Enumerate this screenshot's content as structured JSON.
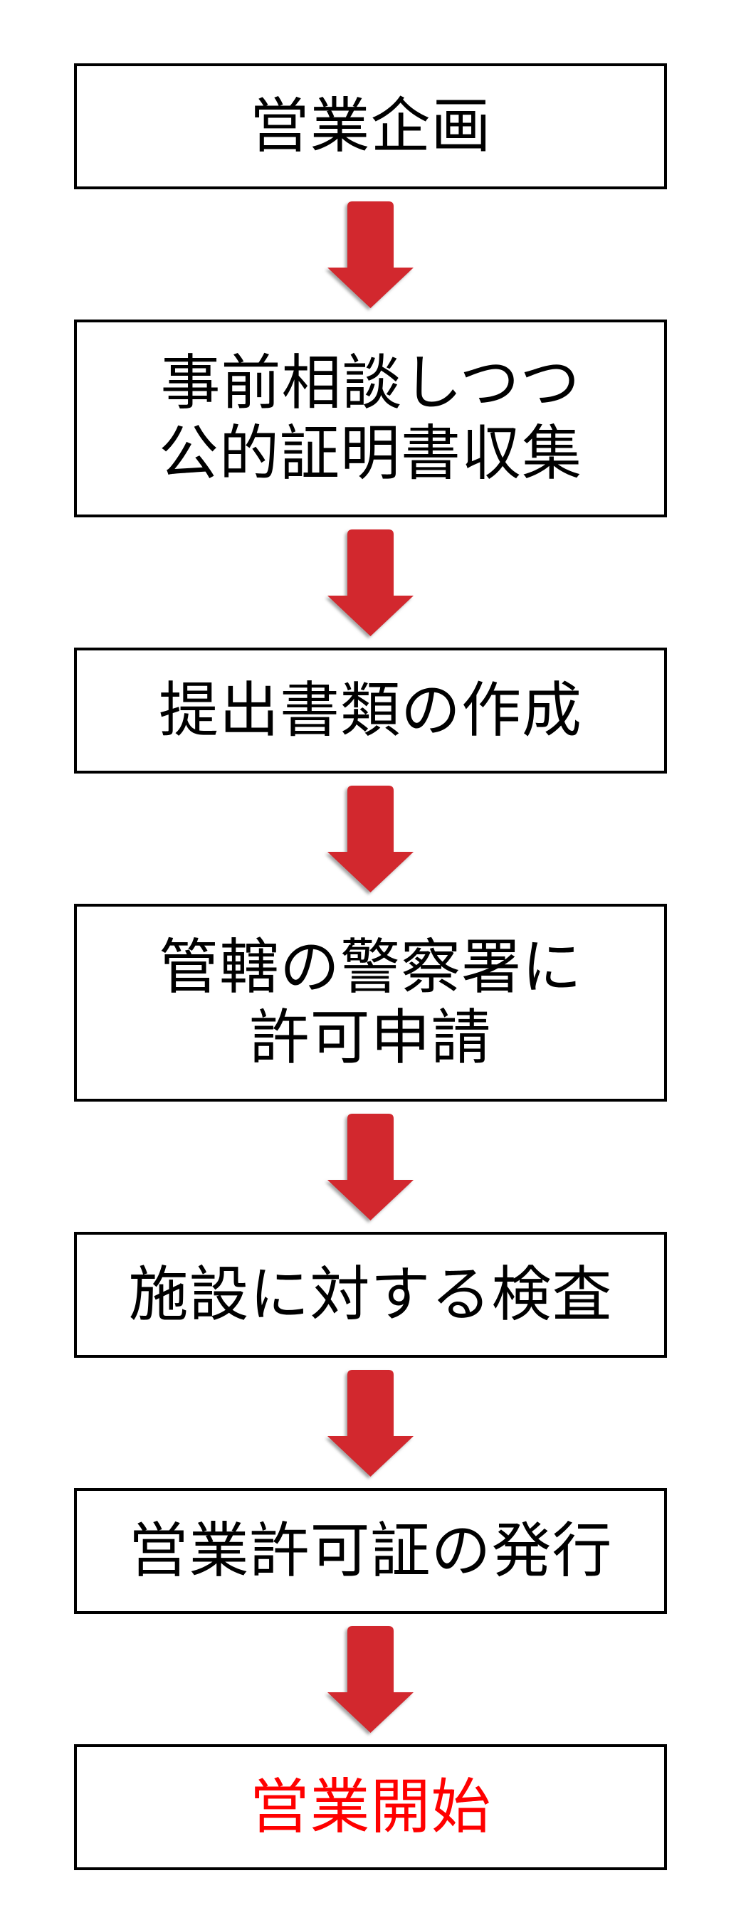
{
  "page": {
    "background_color": "#ffffff"
  },
  "flowchart": {
    "description": "vertical-process-flowchart",
    "colors": {
      "box_border": "#000000",
      "box_background": "#ffffff",
      "default_text": "#000000",
      "final_step_text": "#ff0000",
      "arrow_fill": "#d2282e"
    },
    "steps": [
      {
        "id": "step-1",
        "lines": [
          "営業企画"
        ],
        "text_color": "#000000"
      },
      {
        "id": "step-2",
        "lines": [
          "事前相談しつつ",
          "公的証明書収集"
        ],
        "text_color": "#000000"
      },
      {
        "id": "step-3",
        "lines": [
          "提出書類の作成"
        ],
        "text_color": "#000000"
      },
      {
        "id": "step-4",
        "lines": [
          "管轄の警察署に",
          "許可申請"
        ],
        "text_color": "#000000"
      },
      {
        "id": "step-5",
        "lines": [
          "施設に対する検査"
        ],
        "text_color": "#000000"
      },
      {
        "id": "step-6",
        "lines": [
          "営業許可証の発行"
        ],
        "text_color": "#000000"
      },
      {
        "id": "step-7",
        "lines": [
          "営業開始"
        ],
        "text_color": "#ff0000"
      }
    ],
    "connector": {
      "icon": "down-arrow-icon",
      "color": "#d2282e",
      "count": 6
    }
  }
}
